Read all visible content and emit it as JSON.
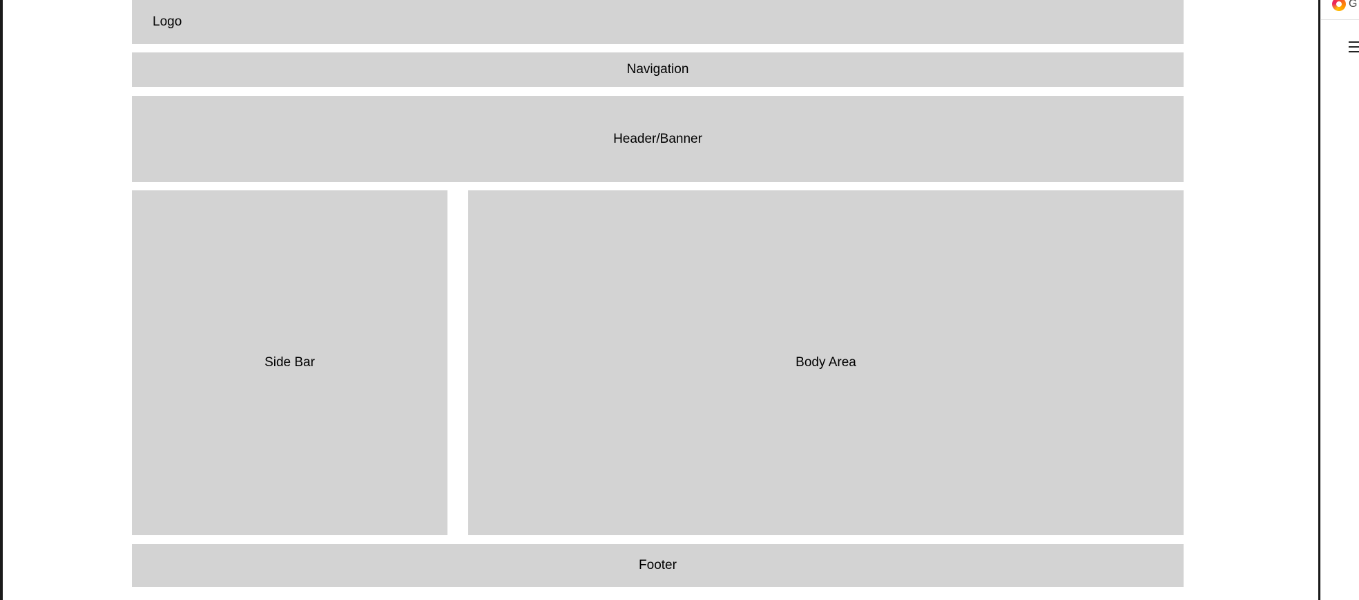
{
  "layout": {
    "logo_label": "Logo",
    "navigation_label": "Navigation",
    "header_label": "Header/Banner",
    "sidebar_label": "Side Bar",
    "body_label": "Body Area",
    "footer_label": "Footer"
  },
  "browser_panel": {
    "icon_letter": "G",
    "logo_icon": "browser-logo-icon",
    "menu_icon": "menu-icon"
  },
  "colors": {
    "block_background": "#d3d3d3",
    "page_background": "#ffffff",
    "text": "#000000"
  }
}
